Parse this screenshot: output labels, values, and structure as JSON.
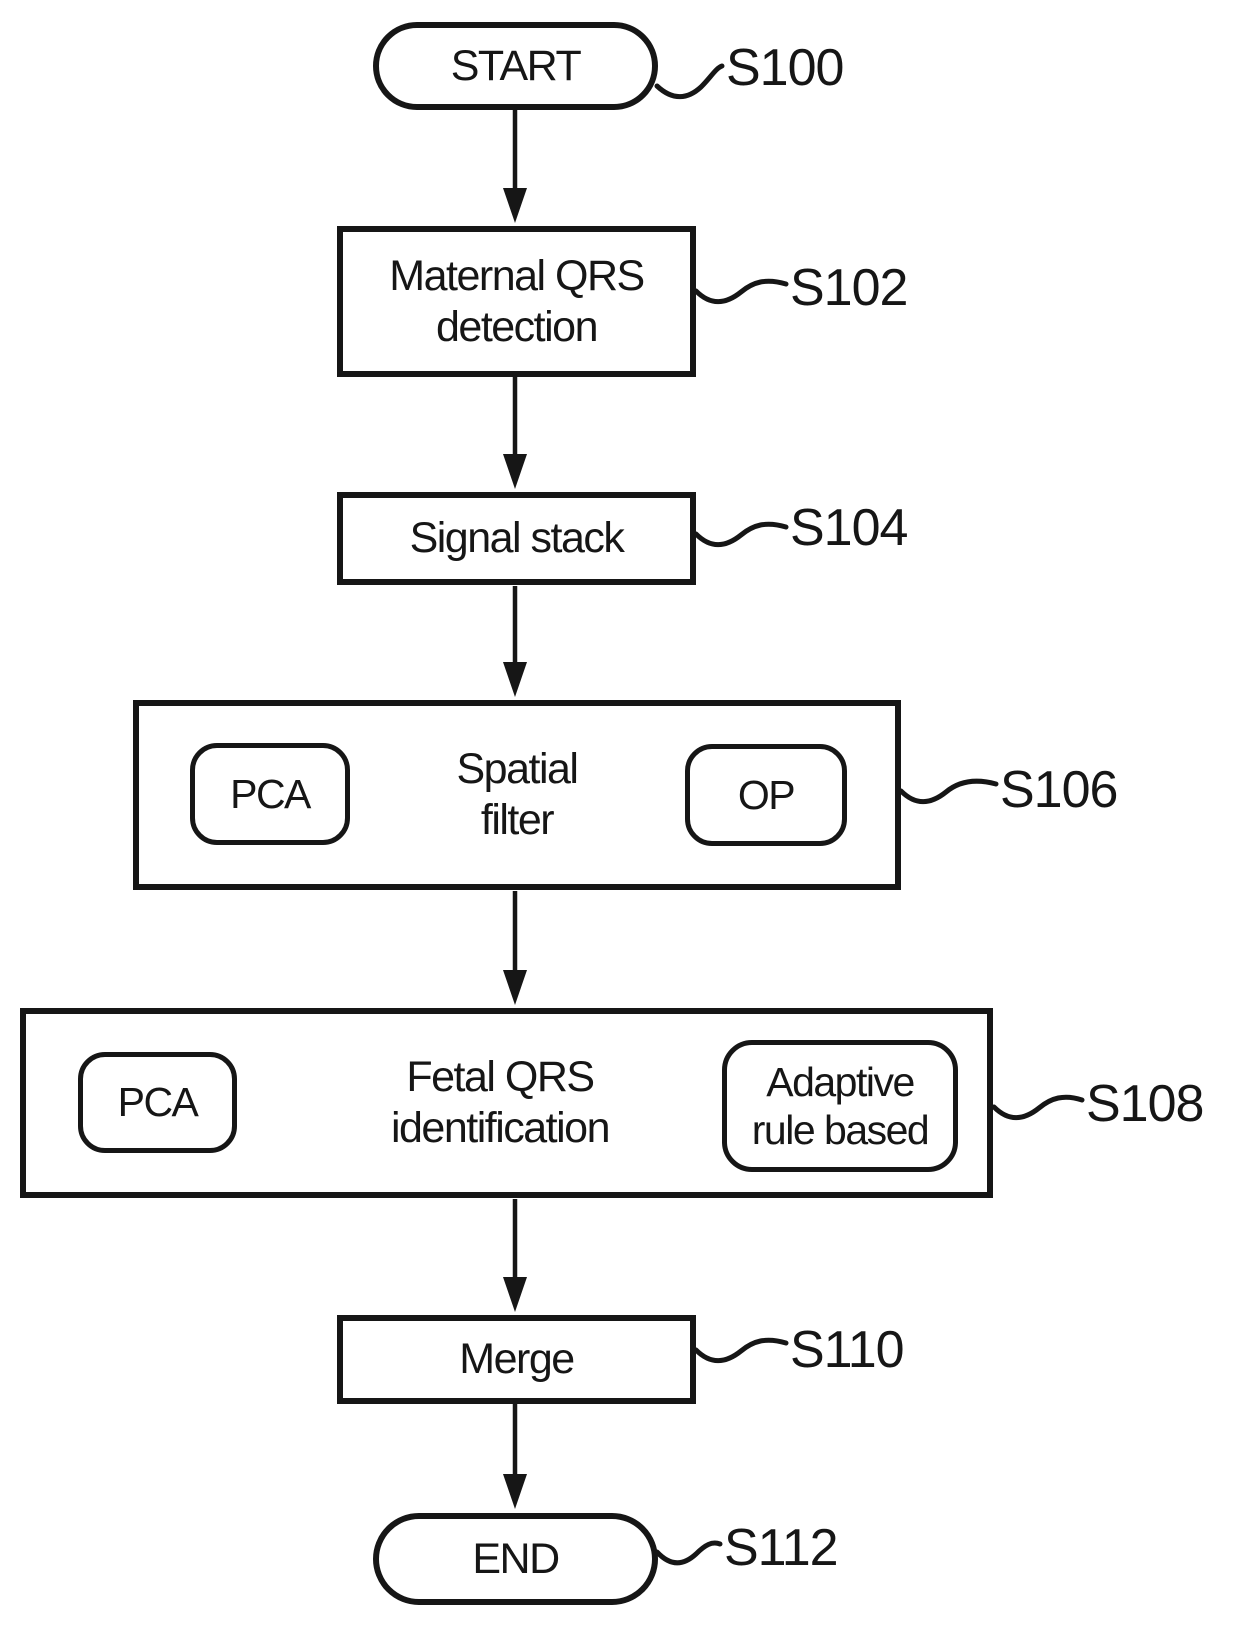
{
  "figure": {
    "type": "flowchart",
    "flow_direction": "top-to-bottom",
    "line_color": "#161616",
    "background_color": "#ffffff",
    "steps": [
      {
        "id": "start",
        "shape": "terminator",
        "label": "START",
        "ref": "S100",
        "methods": []
      },
      {
        "id": "maternal-qrs-detection",
        "shape": "process",
        "label": "Maternal QRS\ndetection",
        "ref": "S102",
        "methods": []
      },
      {
        "id": "signal-stack",
        "shape": "process",
        "label": "Signal stack",
        "ref": "S104",
        "methods": []
      },
      {
        "id": "spatial-filter",
        "shape": "process",
        "label": "Spatial\nfilter",
        "ref": "S106",
        "methods": [
          "PCA",
          "OP"
        ]
      },
      {
        "id": "fetal-qrs-identification",
        "shape": "process",
        "label": "Fetal QRS\nidentification",
        "ref": "S108",
        "methods": [
          "PCA",
          "Adaptive\nrule based"
        ]
      },
      {
        "id": "merge",
        "shape": "process",
        "label": "Merge",
        "ref": "S110",
        "methods": []
      },
      {
        "id": "end",
        "shape": "terminator",
        "label": "END",
        "ref": "S112",
        "methods": []
      }
    ]
  }
}
